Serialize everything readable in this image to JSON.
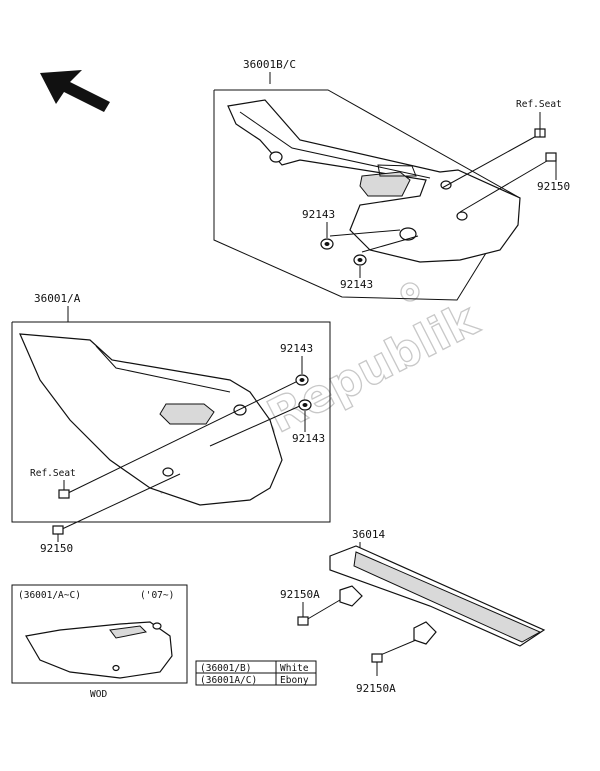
{
  "labels": {
    "p1": "36001B/C",
    "p2": "36001/A",
    "p3": "36014",
    "p4": "Ref.Seat",
    "p5": "92150",
    "p6": "92143",
    "p7": "92143",
    "p8": "92143",
    "p9": "92143",
    "p10": "Ref.Seat",
    "p11": "92150",
    "p12": "92150A",
    "p13": "92150A"
  },
  "inset": {
    "title_left": "(36001/A~C)",
    "title_right": "('07~)",
    "caption": "WOD"
  },
  "color_table": [
    {
      "part": "(36001/B)",
      "color": "White"
    },
    {
      "part": "(36001A/C)",
      "color": "Ebony"
    }
  ],
  "watermark": "PartsRepublik"
}
